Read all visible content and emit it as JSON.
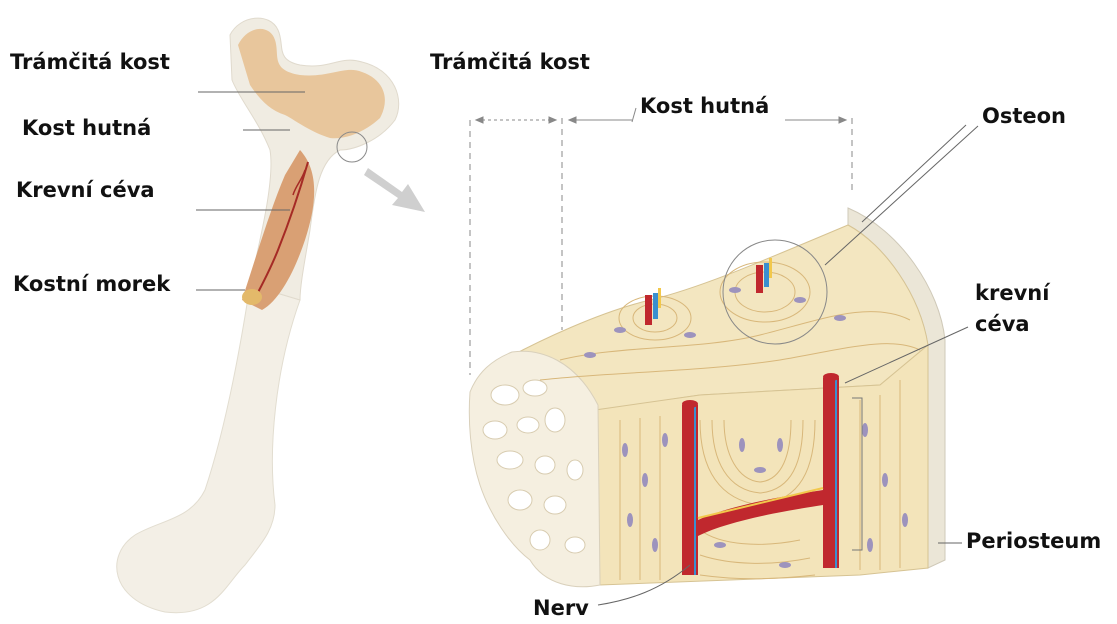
{
  "labels": {
    "left_cancellous": "Trámčitá kost",
    "left_compact": "Kost hutná",
    "left_vessel": "Krevní céva",
    "left_marrow": "Kostní morek",
    "right_cancellous": "Trámčitá kost",
    "right_compact": "Kost hutná",
    "osteon": "Osteon",
    "vessel_line1": "krevní",
    "vessel_line2": "céva",
    "periosteum": "Periosteum",
    "nerve": "Nerv"
  },
  "colors": {
    "bone": "#f1ece1",
    "spongy": "#e9c79a",
    "marrow": "#d99a6a",
    "vessel_red": "#c0282e",
    "vessel_blue": "#3a8fd0",
    "nerve_yellow": "#f2c84b",
    "lamella": "#d8b77a",
    "osteocyte": "#9a8fb8"
  }
}
